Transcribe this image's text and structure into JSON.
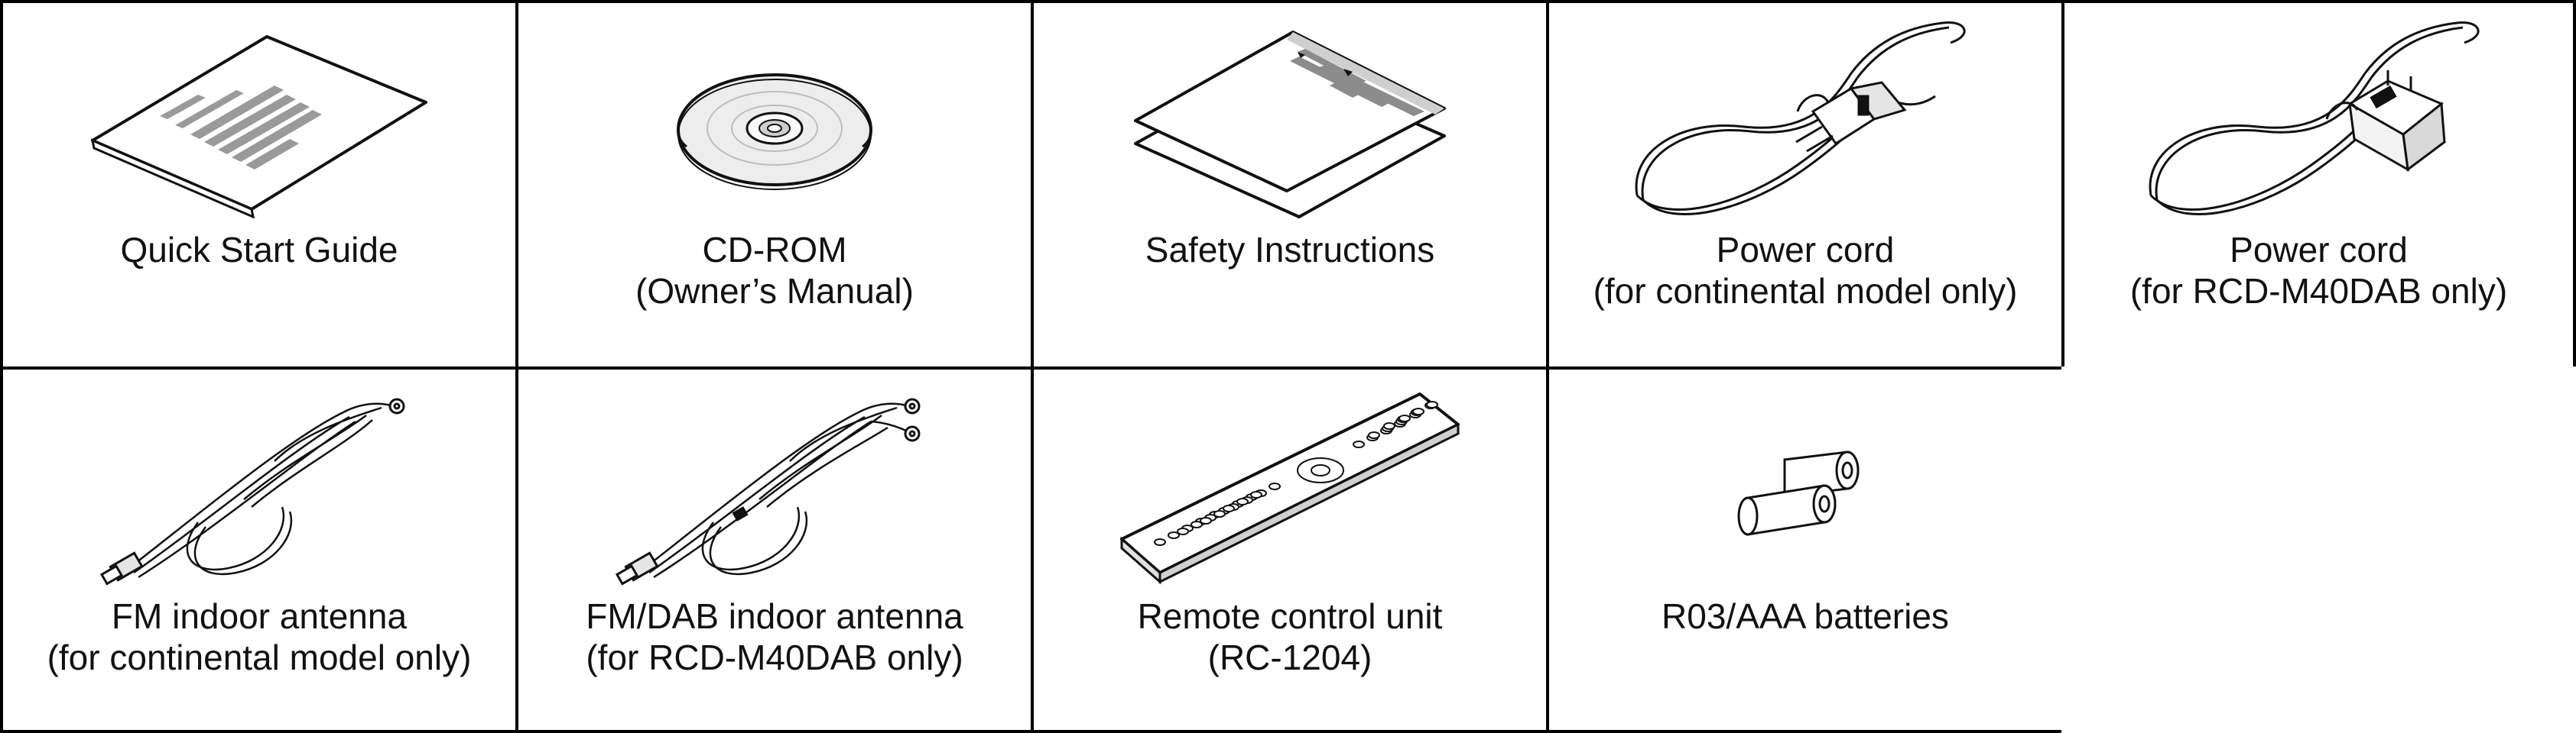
{
  "row1": [
    {
      "title": "Quick Start Guide",
      "sub": "",
      "icon": "booklet-icon"
    },
    {
      "title": "CD-ROM",
      "sub": "(Owner’s Manual)",
      "icon": "cd-rom-icon"
    },
    {
      "title": "Safety Instructions",
      "sub": "",
      "icon": "folded-sheet-icon"
    },
    {
      "title": "Power cord",
      "sub": "(for continental model only)",
      "icon": "euro-power-cord-icon"
    },
    {
      "title": "Power cord",
      "sub": "(for RCD-M40DAB only)",
      "icon": "uk-power-cord-icon"
    }
  ],
  "row2": [
    {
      "title": "FM indoor antenna",
      "sub": "(for continental model only)",
      "icon": "fm-antenna-icon"
    },
    {
      "title": "FM/DAB indoor antenna",
      "sub": "(for RCD-M40DAB only)",
      "icon": "fm-dab-antenna-icon"
    },
    {
      "title": "Remote control unit",
      "sub": "(RC-1204)",
      "icon": "remote-control-icon"
    },
    {
      "title": "R03/AAA batteries",
      "sub": "",
      "icon": "batteries-icon"
    }
  ]
}
